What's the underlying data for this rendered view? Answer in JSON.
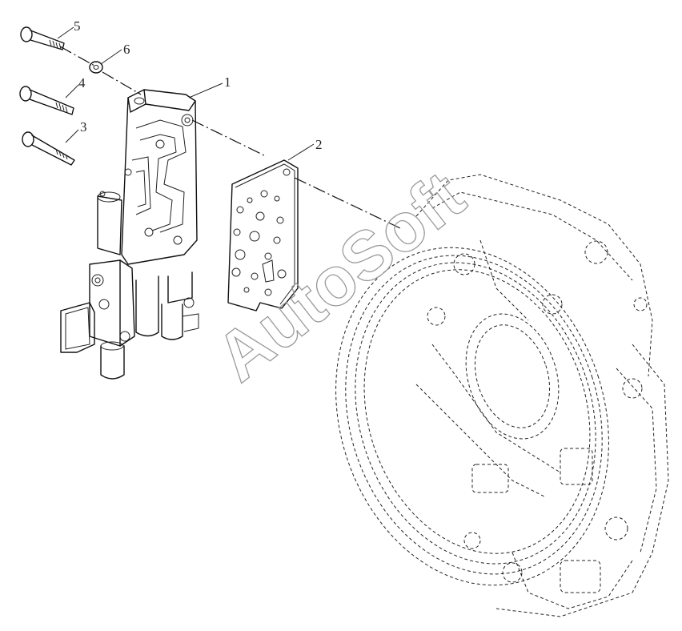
{
  "diagram": {
    "part_labels": [
      "1",
      "2",
      "3",
      "4",
      "5",
      "6"
    ],
    "watermark": "AutoSoft"
  }
}
